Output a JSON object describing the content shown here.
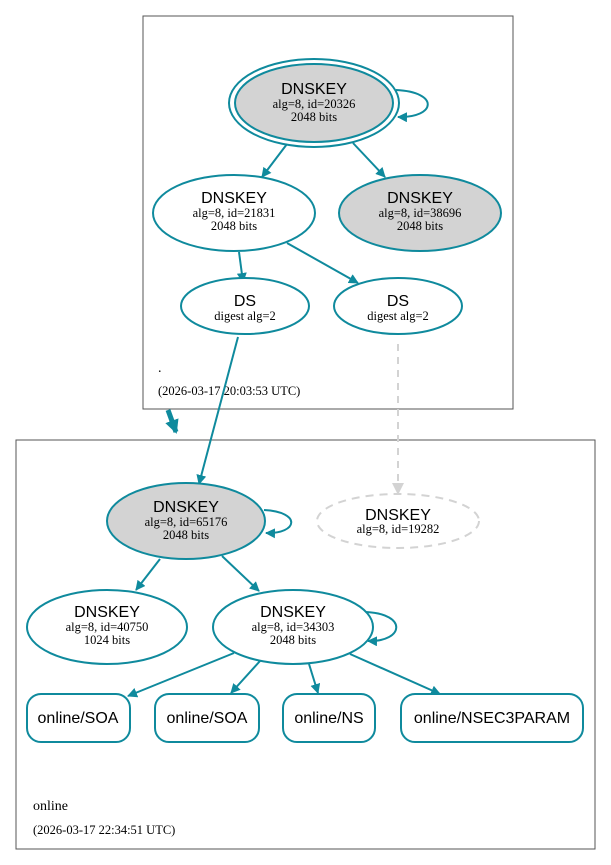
{
  "colors": {
    "edge": "#0f8a9d",
    "node_fill_gray": "#d3d3d3",
    "node_fill_white": "#ffffff",
    "dashed": "#d3d3d3",
    "zone_border": "#555555"
  },
  "zones": [
    {
      "id": "root",
      "name": ".",
      "timestamp": "(2026-03-17 20:03:53 UTC)"
    },
    {
      "id": "online",
      "name": "online",
      "timestamp": "(2026-03-17 22:34:51 UTC)"
    }
  ],
  "nodes": [
    {
      "id": "root_ksk",
      "zone": "root",
      "type": "DNSKEY",
      "title": "DNSKEY",
      "line1": "alg=8, id=20326",
      "line2": "2048 bits",
      "fill": "gray",
      "style": "double",
      "self_loop": true
    },
    {
      "id": "root_zsk",
      "zone": "root",
      "type": "DNSKEY",
      "title": "DNSKEY",
      "line1": "alg=8, id=21831",
      "line2": "2048 bits",
      "fill": "white",
      "style": "solid",
      "self_loop": false
    },
    {
      "id": "root_key38696",
      "zone": "root",
      "type": "DNSKEY",
      "title": "DNSKEY",
      "line1": "alg=8, id=38696",
      "line2": "2048 bits",
      "fill": "gray",
      "style": "solid",
      "self_loop": false
    },
    {
      "id": "ds1",
      "zone": "root",
      "type": "DS",
      "title": "DS",
      "line1": "digest alg=2",
      "line2": "",
      "fill": "white",
      "style": "solid",
      "self_loop": false
    },
    {
      "id": "ds2",
      "zone": "root",
      "type": "DS",
      "title": "DS",
      "line1": "digest alg=2",
      "line2": "",
      "fill": "white",
      "style": "solid",
      "self_loop": false
    },
    {
      "id": "online_ksk",
      "zone": "online",
      "type": "DNSKEY",
      "title": "DNSKEY",
      "line1": "alg=8, id=65176",
      "line2": "2048 bits",
      "fill": "gray",
      "style": "solid",
      "self_loop": true
    },
    {
      "id": "online_missing",
      "zone": "online",
      "type": "DNSKEY",
      "title": "DNSKEY",
      "line1": "alg=8, id=19282",
      "line2": "",
      "fill": "white",
      "style": "dashed",
      "self_loop": false
    },
    {
      "id": "online_key40750",
      "zone": "online",
      "type": "DNSKEY",
      "title": "DNSKEY",
      "line1": "alg=8, id=40750",
      "line2": "1024 bits",
      "fill": "white",
      "style": "solid",
      "self_loop": false
    },
    {
      "id": "online_zsk",
      "zone": "online",
      "type": "DNSKEY",
      "title": "DNSKEY",
      "line1": "alg=8, id=34303",
      "line2": "2048 bits",
      "fill": "white",
      "style": "solid",
      "self_loop": true
    }
  ],
  "rrsets": [
    {
      "id": "rr_soa1",
      "label": "online/SOA"
    },
    {
      "id": "rr_soa2",
      "label": "online/SOA"
    },
    {
      "id": "rr_ns",
      "label": "online/NS"
    },
    {
      "id": "rr_nsec3param",
      "label": "online/NSEC3PARAM"
    }
  ],
  "edges": [
    {
      "from": "root_ksk",
      "to": "root_zsk",
      "style": "solid"
    },
    {
      "from": "root_ksk",
      "to": "root_key38696",
      "style": "solid"
    },
    {
      "from": "root_zsk",
      "to": "ds1",
      "style": "solid"
    },
    {
      "from": "root_zsk",
      "to": "ds2",
      "style": "solid"
    },
    {
      "from": "ds1",
      "to": "online_ksk",
      "style": "solid"
    },
    {
      "from": "ds2",
      "to": "online_missing",
      "style": "dashed"
    },
    {
      "from": "online_ksk",
      "to": "online_key40750",
      "style": "solid"
    },
    {
      "from": "online_ksk",
      "to": "online_zsk",
      "style": "solid"
    },
    {
      "from": "online_zsk",
      "to": "rr_soa1",
      "style": "solid"
    },
    {
      "from": "online_zsk",
      "to": "rr_soa2",
      "style": "solid"
    },
    {
      "from": "online_zsk",
      "to": "rr_ns",
      "style": "solid"
    },
    {
      "from": "online_zsk",
      "to": "rr_nsec3param",
      "style": "solid"
    },
    {
      "from": "root",
      "to": "online",
      "style": "delegation"
    }
  ]
}
